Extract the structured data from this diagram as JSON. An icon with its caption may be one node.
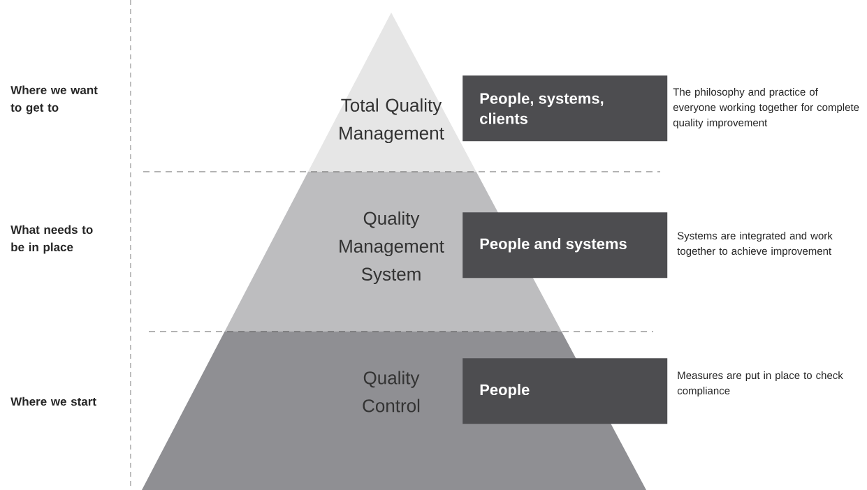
{
  "diagram": {
    "nodes": [
      {
        "text": [
          "Total Quality Management"
        ]
      },
      {
        "text": [
          "Quality Management System"
        ]
      },
      {
        "text": [
          "Quality Control"
        ]
      },
      {
        "text": [
          "People, systems, clients"
        ],
        "beside": [
          "The philosophy and practice of everyone working together for complete quality improvement"
        ]
      },
      {
        "text": [
          "People and systems"
        ],
        "beside": [
          "Systems are integrated and work together to achieve improvement"
        ]
      },
      {
        "text": [
          "People"
        ],
        "beside": [
          "Measures are put in place to check compliance"
        ]
      }
    ],
    "edges": [],
    "labels": [
      "Where we want to get to",
      "What needs to be in place",
      "Where we start"
    ]
  }
}
